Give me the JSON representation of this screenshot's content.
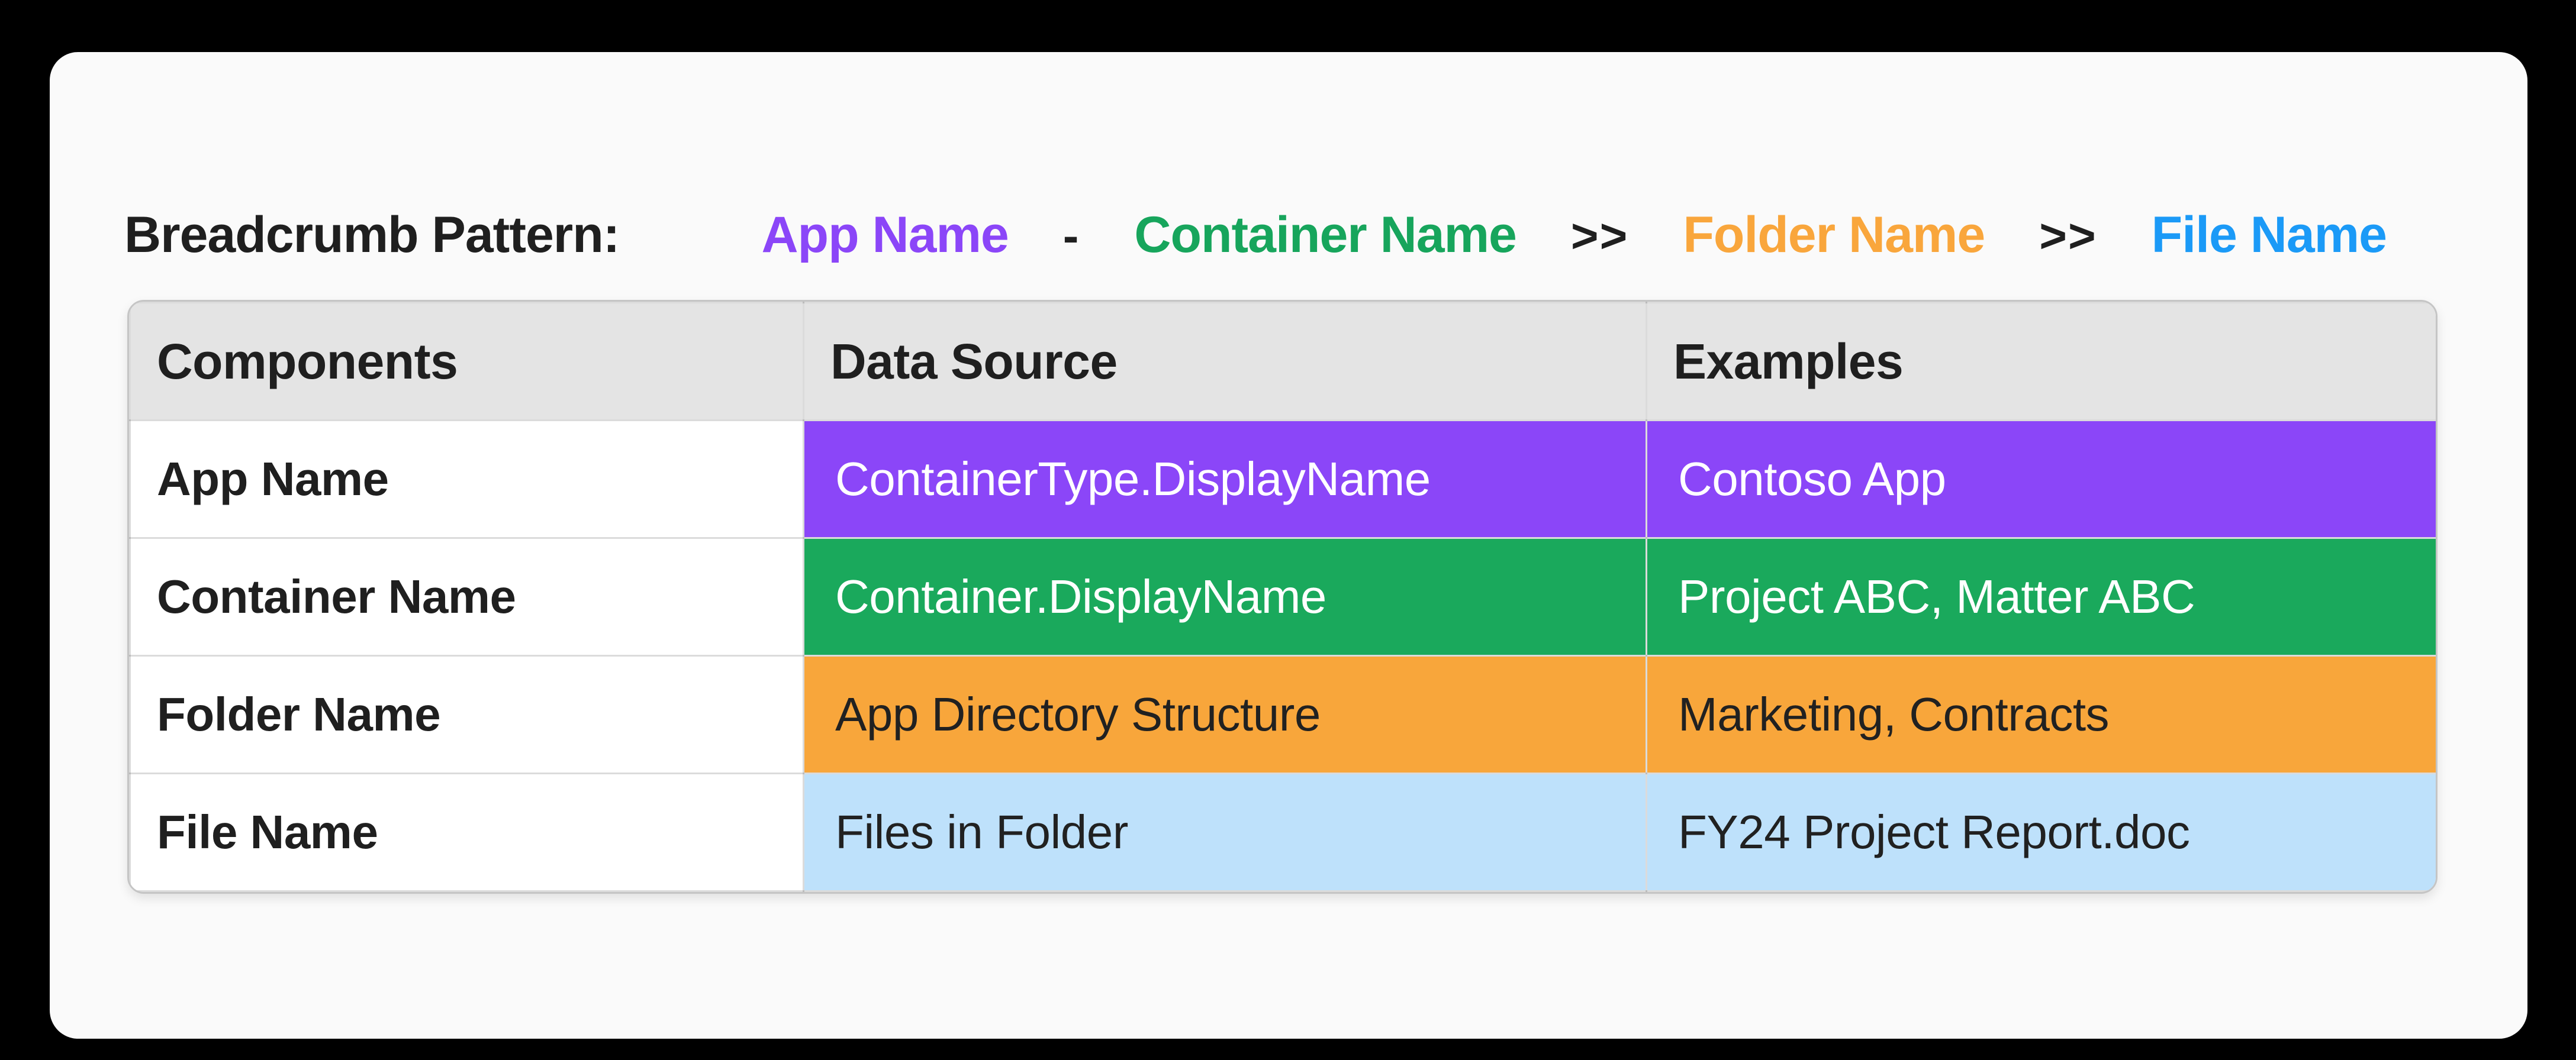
{
  "page": {
    "background": "#000000",
    "card_background": "#fafafa"
  },
  "colors": {
    "heading_text": "#1f1f1f",
    "header_row_bg": "#e4e4e4",
    "table_border": "#c5c5c5",
    "purple": "#8b46f8",
    "green": "#1aa95c",
    "orange": "#f8a63b",
    "light_blue": "#bee1fb",
    "blue_text": "#1b9af7",
    "white_text": "#ffffff",
    "dark_text": "#212121"
  },
  "breadcrumb": {
    "label": "Breadcrumb Pattern:",
    "items": [
      {
        "text": "App Name",
        "color": "#8b46f8"
      },
      {
        "text": "-",
        "color": "#1f1f1f"
      },
      {
        "text": "Container Name",
        "color": "#17a55c"
      },
      {
        "text": ">>",
        "color": "#1f1f1f"
      },
      {
        "text": "Folder Name",
        "color": "#f9a63c"
      },
      {
        "text": ">>",
        "color": "#1f1f1f"
      },
      {
        "text": "File Name",
        "color": "#1b9af7"
      }
    ]
  },
  "table": {
    "headers": [
      "Components",
      "Data Source",
      "Examples"
    ],
    "rows": [
      {
        "component": "App Name",
        "data_source": "ContainerType.DisplayName",
        "examples": "Contoso App",
        "row_color": "#8b46f8",
        "value_text_color": "#ffffff"
      },
      {
        "component": "Container Name",
        "data_source": "Container.DisplayName",
        "examples": "Project ABC, Matter ABC",
        "row_color": "#1aa95c",
        "value_text_color": "#ffffff"
      },
      {
        "component": "Folder Name",
        "data_source": "App Directory Structure",
        "examples": "Marketing, Contracts",
        "row_color": "#f8a63b",
        "value_text_color": "#212121"
      },
      {
        "component": "File Name",
        "data_source": "Files in Folder",
        "examples": "FY24 Project Report.doc",
        "row_color": "#bee1fb",
        "value_text_color": "#212121"
      }
    ]
  }
}
